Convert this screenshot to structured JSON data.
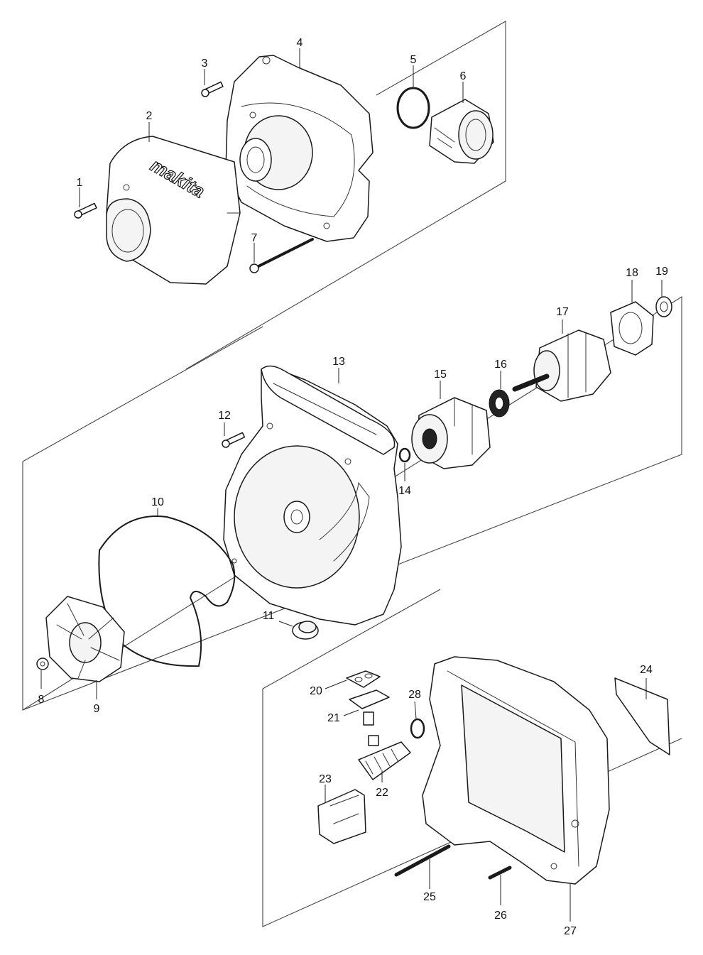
{
  "brand": "makita",
  "callouts": {
    "p1": "1",
    "p2": "2",
    "p3": "3",
    "p4": "4",
    "p5": "5",
    "p6": "6",
    "p7": "7",
    "p8": "8",
    "p9": "9",
    "p10": "10",
    "p11": "11",
    "p12": "12",
    "p13": "13",
    "p14": "14",
    "p15": "15",
    "p16": "16",
    "p17": "17",
    "p18": "18",
    "p19": "19",
    "p20": "20",
    "p21": "21",
    "p22": "22",
    "p23": "23",
    "p24": "24",
    "p25": "25",
    "p26": "26",
    "p27": "27",
    "p28": "28"
  }
}
